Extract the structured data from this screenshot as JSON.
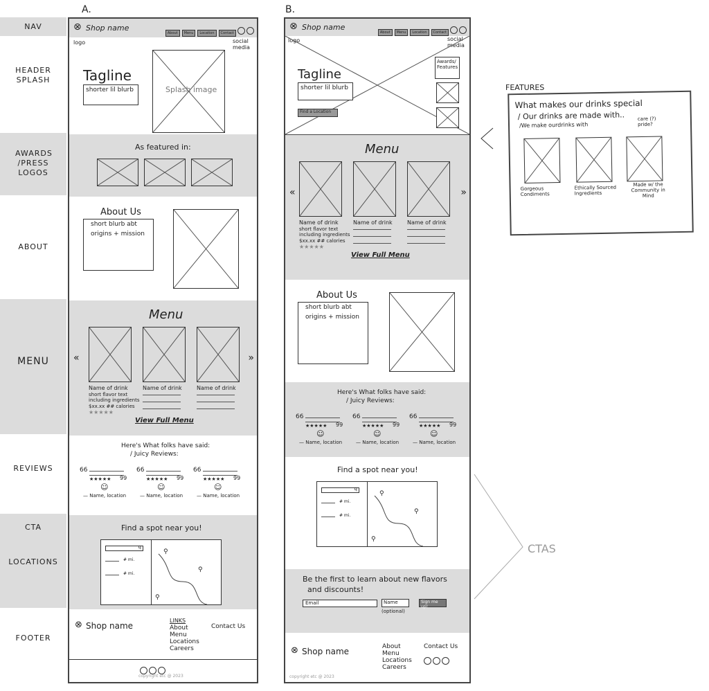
{
  "column_titles": {
    "a": "A.",
    "b": "B."
  },
  "section_labels": [
    "NAV",
    "HEADER SPLASH",
    "AWARDS /PRESS LOGOS",
    "ABOUT",
    "MENU",
    "REVIEWS",
    "CTA",
    "LOCATIONS",
    "FOOTER"
  ],
  "shared": {
    "shop_name": "Shop name",
    "logo_note": "logo",
    "social_note": "social media",
    "nav_links": [
      "About",
      "Menu",
      "Location",
      "Contact"
    ],
    "tagline": "Tagline",
    "blurb": "shorter lil blurb",
    "about_title": "About Us",
    "about_blurb_1": "short blurb abt",
    "about_blurb_2": "origins + mission",
    "menu_title": "Menu",
    "drink_name": "Name of drink",
    "flavor_1": "short flavor text",
    "flavor_2": "including ingredients",
    "price_cal": "$xx.xx  ## calories",
    "stars": "★★★★★",
    "view_full": "View Full Menu",
    "reviews_title_1": "Here's What folks have said:",
    "reviews_title_2": "/ Juicy Reviews:",
    "attribution": "— Name, location",
    "open_quote": "66",
    "close_quote": "99",
    "cta_title": "Find a spot near you!",
    "distance": "# mi.",
    "links_title": "LINKS",
    "footer_links": [
      "About",
      "Menu",
      "Locations",
      "Careers"
    ],
    "contact": "Contact Us",
    "copyright": "copyright etc @ 2023"
  },
  "a": {
    "splash_label": "Splash image",
    "awards_title": "As featured in:"
  },
  "b": {
    "awards_features": "Awards/ Features",
    "find_location": "Find a Location",
    "signup_title_1": "Be the first to learn about new flavors",
    "signup_title_2": "and discounts!",
    "email_placeholder": "Email",
    "name_placeholder": "Name",
    "name_optional": "(optional)",
    "signup_button": "Sign me up!"
  },
  "features": {
    "heading": "FEATURES",
    "title": "What makes our drinks special",
    "subtitle_1": "/ Our drinks are made with..",
    "subtitle_2": "/We make ourdrinks with",
    "subtitle_3": "care (?) pride?",
    "items": [
      "Gorgeous Condiments",
      "Ethically Sourced Ingredients",
      "Made w/ the Community in Mind"
    ]
  },
  "annotations": {
    "ctas": "CTAS"
  }
}
